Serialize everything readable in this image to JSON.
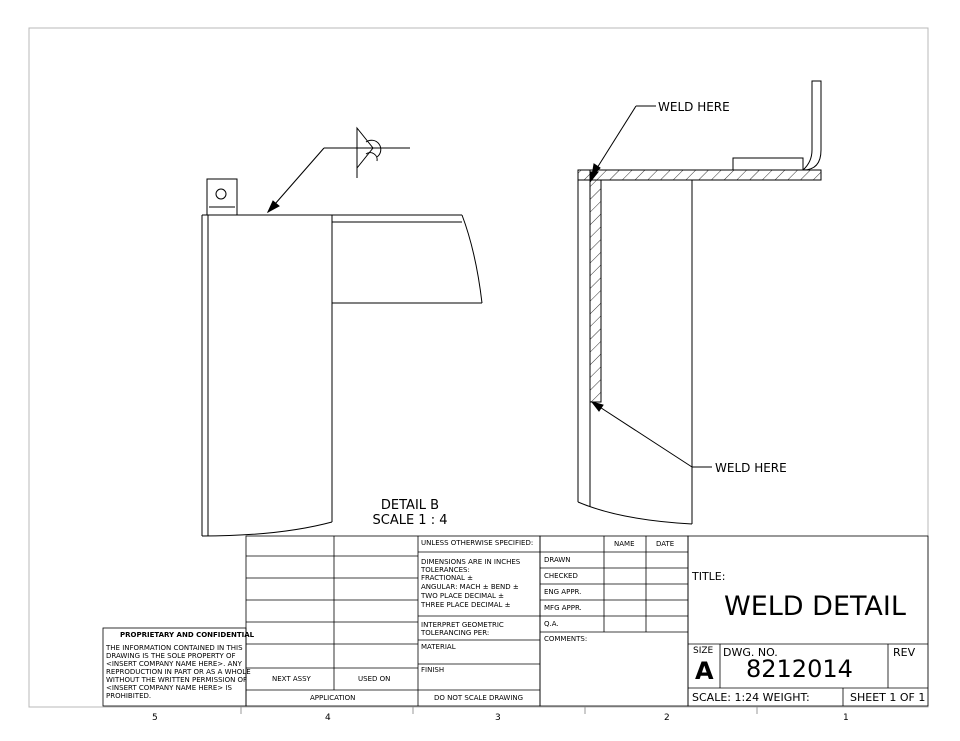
{
  "views": {
    "detail_label": "DETAIL B",
    "scale_label": "SCALE 1 : 4",
    "weld_callout_top": "WELD HERE",
    "weld_callout_bottom": "WELD HERE"
  },
  "zones": [
    "5",
    "4",
    "3",
    "2",
    "1"
  ],
  "proprietary": {
    "heading": "PROPRIETARY AND CONFIDENTIAL",
    "lines": [
      "THE INFORMATION CONTAINED IN THIS",
      "DRAWING IS THE SOLE PROPERTY OF",
      "<INSERT COMPANY NAME HERE>. ANY",
      "REPRODUCTION IN PART OR AS A WHOLE",
      "WITHOUT THE WRITTEN PERMISSION OF",
      "<INSERT COMPANY NAME HERE> IS",
      "PROHIBITED."
    ]
  },
  "application": {
    "next_assy": "NEXT ASSY",
    "used_on": "USED ON",
    "label": "APPLICATION"
  },
  "spec": {
    "unless": "UNLESS OTHERWISE SPECIFIED:",
    "lines": [
      "DIMENSIONS ARE IN INCHES",
      "TOLERANCES:",
      "FRACTIONAL ±",
      "ANGULAR: MACH ±    BEND ±",
      "TWO PLACE DECIMAL    ±",
      "THREE PLACE DECIMAL  ±"
    ],
    "interpret": [
      "INTERPRET GEOMETRIC",
      "TOLERANCING PER:"
    ],
    "material": "MATERIAL",
    "finish": "FINISH",
    "do_not_scale": "DO NOT SCALE DRAWING"
  },
  "approvals": {
    "name": "NAME",
    "date": "DATE",
    "drawn": "DRAWN",
    "checked": "CHECKED",
    "eng": "ENG APPR.",
    "mfg": "MFG APPR.",
    "qa": "Q.A.",
    "comments": "COMMENTS:"
  },
  "title_block": {
    "title_label": "TITLE:",
    "title": "WELD DETAIL",
    "size_label": "SIZE",
    "size": "A",
    "dwg_label": "DWG.  NO.",
    "dwg_no": "8212014",
    "rev_label": "REV",
    "scale": "SCALE: 1:24 WEIGHT:",
    "sheet": "SHEET 1 OF 1"
  }
}
